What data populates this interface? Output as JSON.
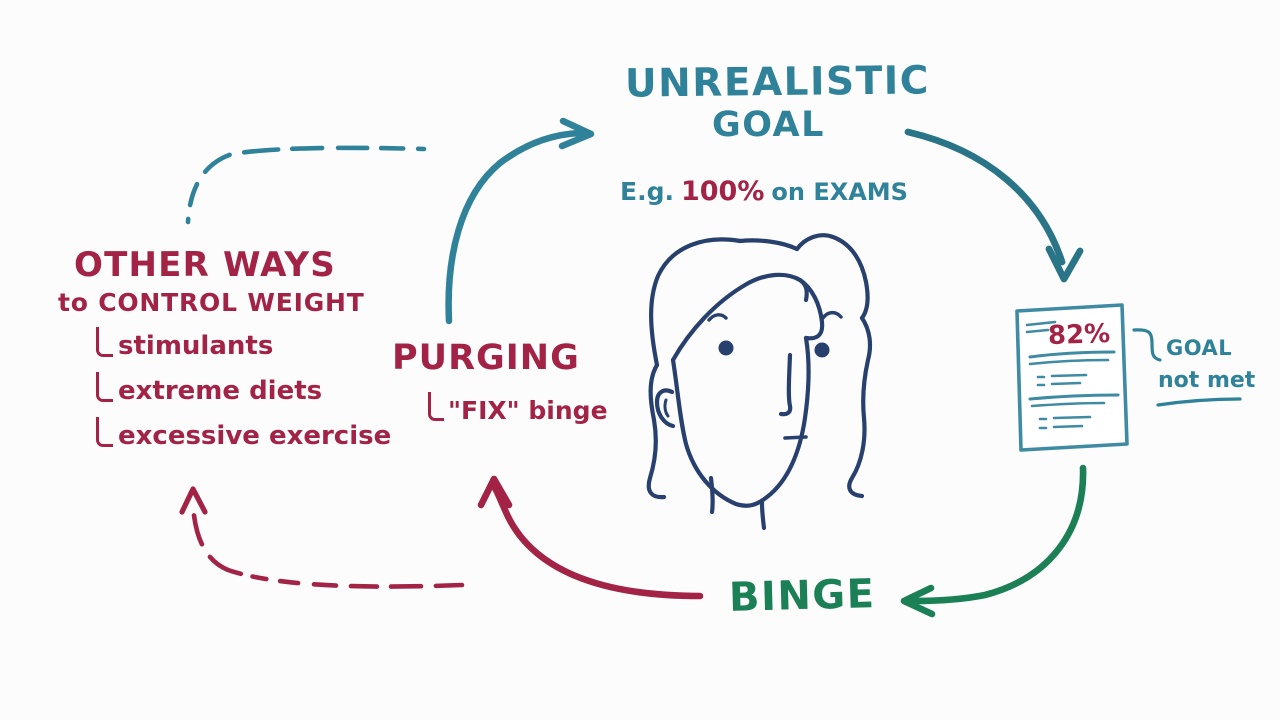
{
  "diagram": {
    "title": "Unrealistic goal / binge / purge cycle",
    "background_color": "#fcfcfc",
    "palette": {
      "teal": "#2f8299",
      "teal_dark": "#2a7487",
      "maroon": "#a32346",
      "maroon_dark": "#99203f",
      "green": "#1b8055",
      "navy": "#27406e",
      "paper_line": "#3f8ba3"
    }
  },
  "nodes": {
    "goal": {
      "line1": "UNREALISTIC",
      "line2": "GOAL",
      "example_prefix": "E.g.",
      "example_value": "100%",
      "example_suffix": "on EXAMS",
      "color": "#2f8299",
      "value_color": "#a32346"
    },
    "result": {
      "score": "82%",
      "annotation_line1": "GOAL",
      "annotation_line2": "not met",
      "score_color": "#a32346",
      "annotation_color": "#2f8299"
    },
    "binge": {
      "label": "BINGE",
      "color": "#1b8055"
    },
    "purging": {
      "label": "PURGING",
      "sub_item": "\"FIX\" binge",
      "color": "#a32346"
    },
    "other_ways": {
      "heading": "OTHER WAYS",
      "subheading": "to CONTROL WEIGHT",
      "items": [
        "stimulants",
        "extreme diets",
        "excessive exercise"
      ],
      "color": "#a32346"
    },
    "person": {
      "description": "line drawing of a person's face",
      "color": "#27406e"
    }
  },
  "arrows": [
    {
      "name": "purging-to-goal",
      "style": "solid",
      "color": "#2f8299",
      "from": "purging",
      "to": "goal",
      "arrowhead": true
    },
    {
      "name": "goal-to-result",
      "style": "solid",
      "color": "#2a7487",
      "from": "goal",
      "to": "result",
      "arrowhead": true
    },
    {
      "name": "result-to-binge",
      "style": "solid",
      "color": "#1b8055",
      "from": "result",
      "to": "binge",
      "arrowhead": true
    },
    {
      "name": "binge-to-purging",
      "style": "solid",
      "color": "#a32346",
      "from": "binge",
      "to": "purging",
      "arrowhead": true
    },
    {
      "name": "binge-to-other-ways",
      "style": "dashed",
      "color": "#a32346",
      "from": "binge",
      "to": "other-ways",
      "arrowhead": true
    },
    {
      "name": "other-ways-to-goal",
      "style": "dashed",
      "color": "#2f8299",
      "from": "other-ways",
      "to": "goal",
      "arrowhead": false
    }
  ]
}
